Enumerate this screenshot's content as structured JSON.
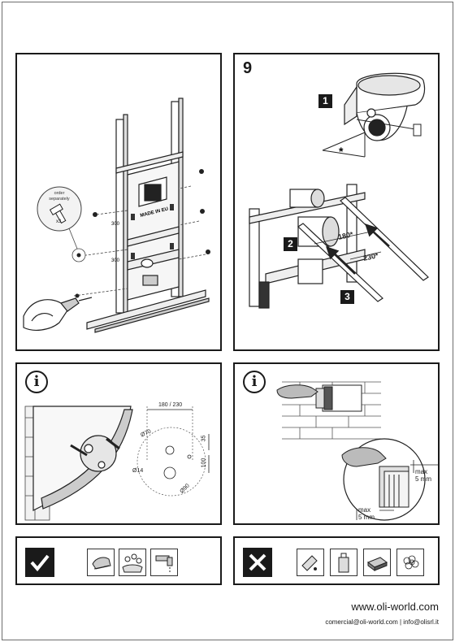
{
  "step": {
    "number": "9"
  },
  "panel_frame": {
    "order_note": [
      "order",
      "separately"
    ],
    "multiplier": "x3",
    "frame_marks": [
      "300",
      "300"
    ],
    "stamp": "MADE IN EU"
  },
  "panel_step9": {
    "labels": [
      "1",
      "2",
      "3"
    ],
    "dimensions": [
      "180*",
      "230*"
    ],
    "asterisk": "*"
  },
  "panel_info1": {
    "info_glyph": "i",
    "dims": {
      "spacing": "180 / 230",
      "d70": "Ø70",
      "d14": "Ø14",
      "d90": "Ø90",
      "h35": "35",
      "h100": "100"
    }
  },
  "panel_info2": {
    "info_glyph": "i",
    "max_vertical": [
      "max",
      "5 mm"
    ],
    "max_horizontal": [
      "max",
      "5 mm"
    ]
  },
  "care": {
    "do_icons": [
      "soft-cloth-icon",
      "soapy-water-icon",
      "water-tap-icon"
    ],
    "dont_icons": [
      "abrasive-cleaner-icon",
      "chemical-bottle-icon",
      "scouring-sponge-icon",
      "steel-wool-icon"
    ],
    "accent": "#1a1a1a"
  },
  "footer": {
    "website": "www.oli-world.com",
    "contact": "comercial@oli-world.com | info@olisrl.it"
  }
}
